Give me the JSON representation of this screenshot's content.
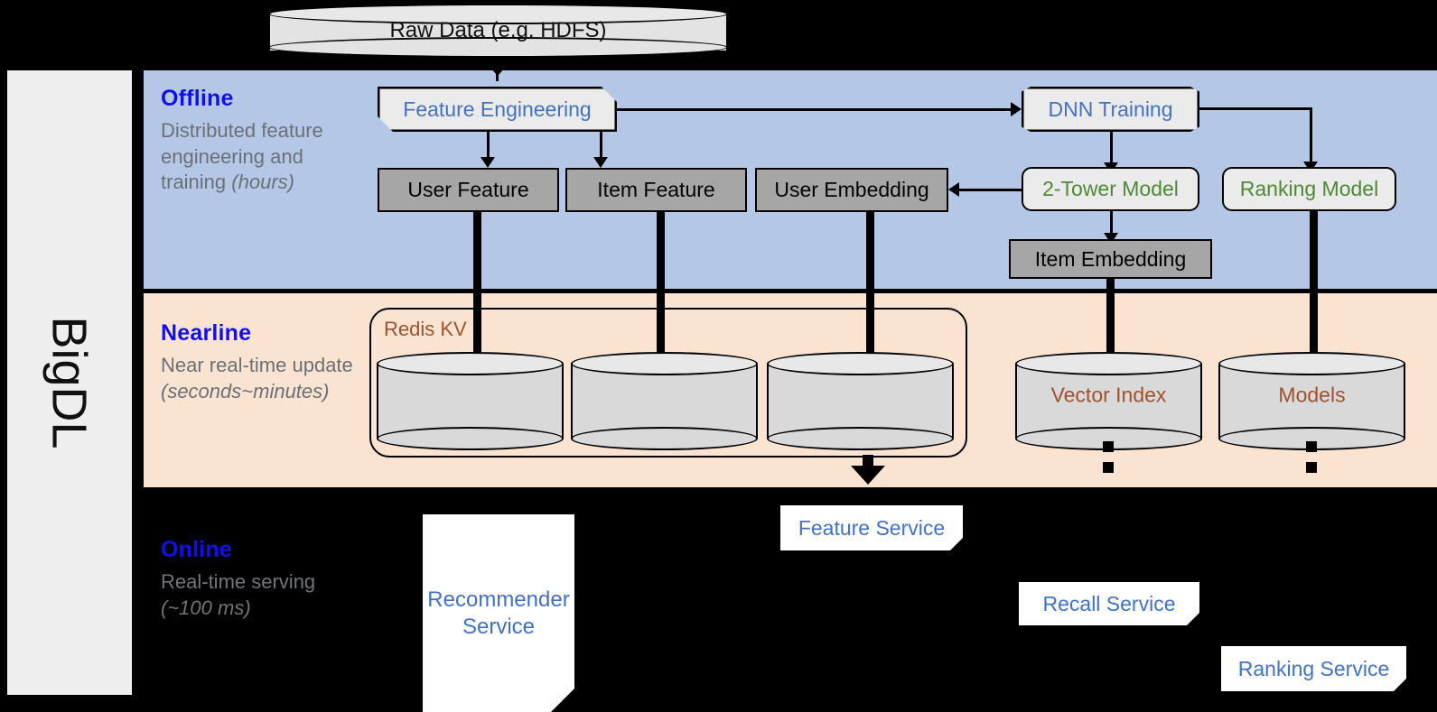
{
  "rail": {
    "label": "BigDL"
  },
  "bands": {
    "offline": {
      "title": "Offline",
      "desc_plain": "Distributed feature engineering and training ",
      "desc_italic": "(hours)"
    },
    "nearline": {
      "title": "Nearline",
      "desc_plain": "Near real-time update ",
      "desc_italic": "(seconds~minutes)"
    },
    "online": {
      "title": "Online",
      "desc_plain": "Real-time serving ",
      "desc_italic": "(~100 ms)"
    }
  },
  "source": {
    "raw_data": "Raw Data (e.g. HDFS)"
  },
  "offline_nodes": {
    "feature_engineering": "Feature Engineering",
    "dnn_training": "DNN Training",
    "user_feature": "User Feature",
    "item_feature": "Item Feature",
    "user_embedding": "User Embedding",
    "two_tower_model": "2-Tower Model",
    "ranking_model": "Ranking Model",
    "item_embedding": "Item Embedding"
  },
  "nearline_nodes": {
    "redis_kv": "Redis KV",
    "store_user_feature": "",
    "store_item_feature": "",
    "store_user_embedding": "",
    "vector_index": "Vector Index",
    "models": "Models"
  },
  "online_nodes": {
    "recommender_service": "Recommender Service",
    "feature_service": "Feature Service",
    "recall_service": "Recall Service",
    "ranking_service": "Ranking Service"
  },
  "colors": {
    "offline_band": "#b4c7e7",
    "nearline_band": "#fbe3d2",
    "online_band": "#000000",
    "band_title": "#1010ee",
    "band_desc": "#6b7077",
    "blue_text": "#4272c4",
    "green_text": "#4e8a33",
    "brown_text": "#a0522d",
    "grey_box": "#a6a6a6",
    "proc_box": "#ebebeb",
    "rail_bg": "#eeeeee"
  }
}
